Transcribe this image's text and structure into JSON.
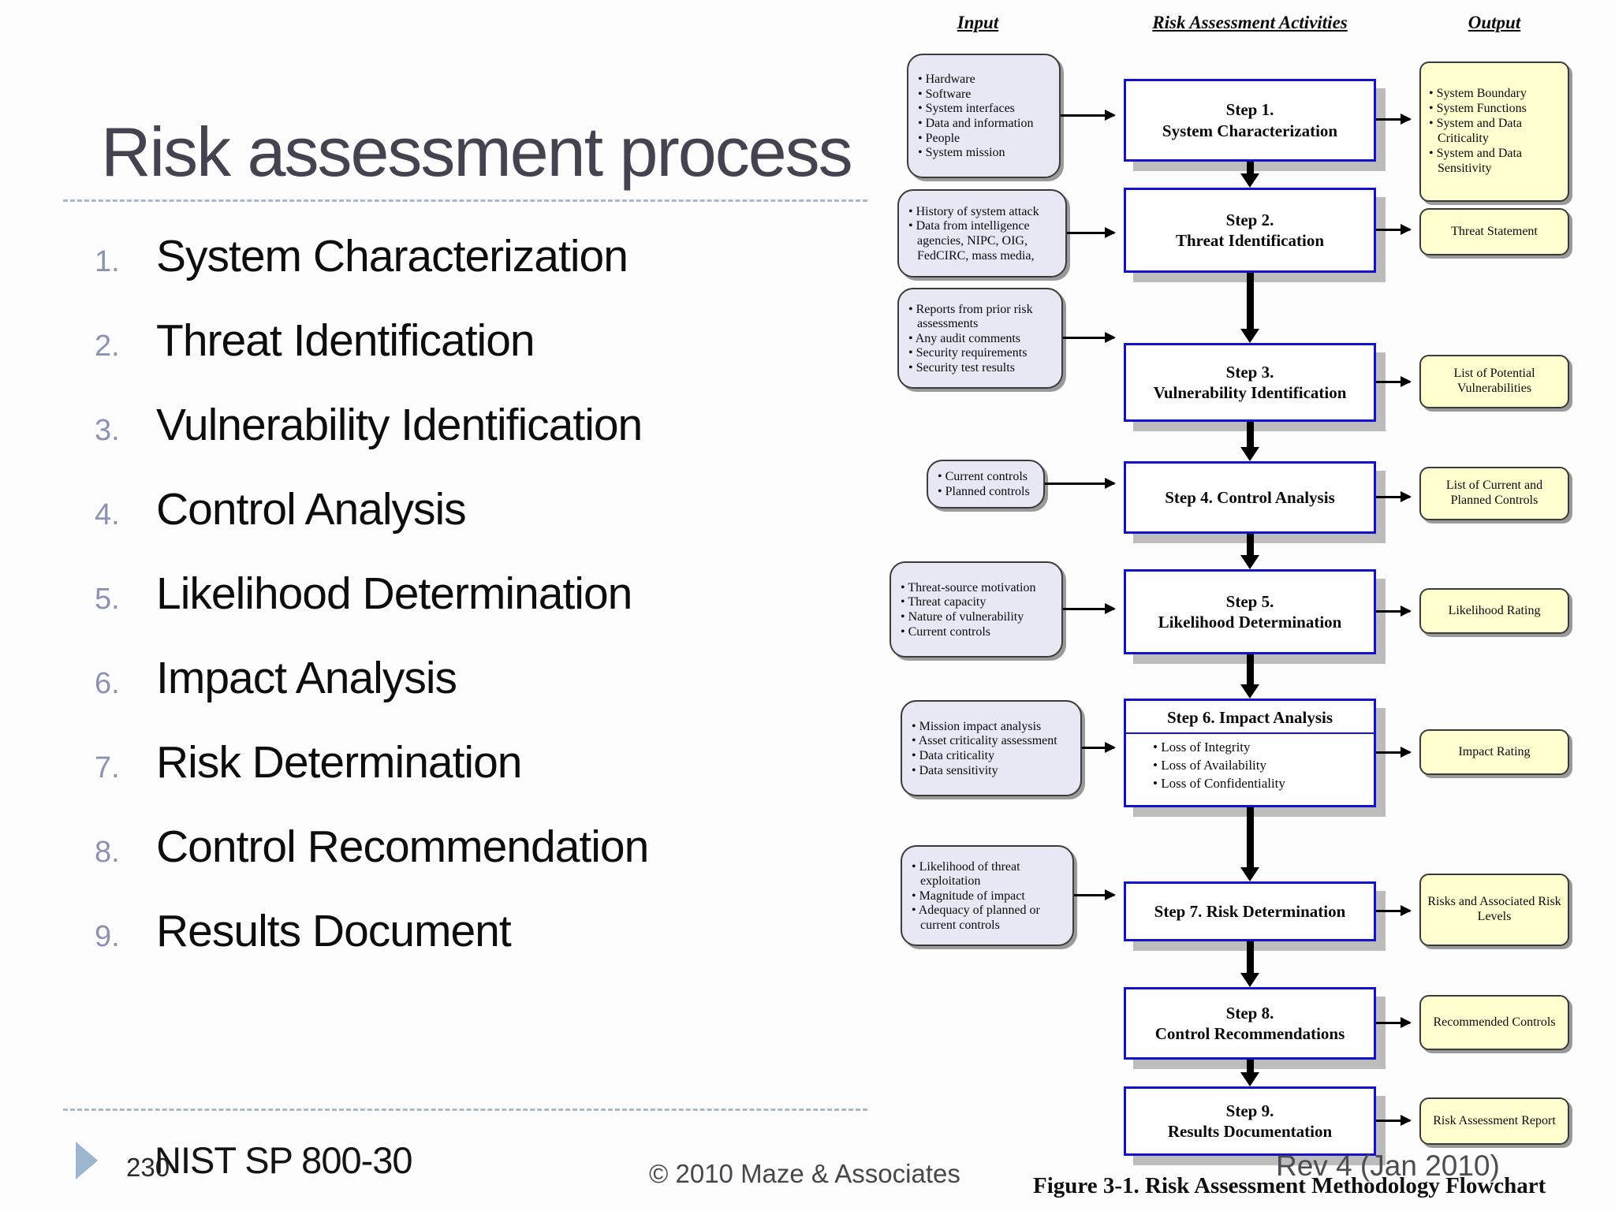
{
  "slide": {
    "title": "Risk assessment process",
    "list_items": [
      {
        "num": "1.",
        "label": "System Characterization"
      },
      {
        "num": "2.",
        "label": "Threat Identification"
      },
      {
        "num": "3.",
        "label": "Vulnerability Identification"
      },
      {
        "num": "4.",
        "label": "Control Analysis"
      },
      {
        "num": "5.",
        "label": "Likelihood Determination"
      },
      {
        "num": "6.",
        "label": "Impact Analysis"
      },
      {
        "num": "7.",
        "label": "Risk Determination"
      },
      {
        "num": "8.",
        "label": "Control Recommendation"
      },
      {
        "num": "9.",
        "label": "Results Document"
      }
    ],
    "footer": {
      "page_number": "230",
      "doc_ref": "NIST SP 800-30",
      "copyright": "© 2010 Maze & Associates",
      "revision": "Rev 4 (Jan 2010)"
    }
  },
  "flowchart": {
    "col_headers": {
      "input": "Input",
      "activities": "Risk Assessment Activities",
      "output": "Output"
    },
    "caption": "Figure 3-1.  Risk Assessment Methodology Flowchart",
    "steps": [
      {
        "title": "Step 1.",
        "subtitle": "System Characterization",
        "input_bullets": [
          "Hardware",
          "Software",
          "System interfaces",
          "Data and information",
          "People",
          "System mission"
        ],
        "output_bullets": [
          "System Boundary",
          "System Functions",
          "System and Data Criticality",
          "System and Data Sensitivity"
        ]
      },
      {
        "title": "Step 2.",
        "subtitle": "Threat Identification",
        "input_bullets": [
          "History of system attack",
          "Data from intelligence agencies, NIPC, OIG, FedCIRC, mass media,"
        ],
        "output_label": "Threat Statement"
      },
      {
        "title": "Step 3.",
        "subtitle": "Vulnerability Identification",
        "input_bullets": [
          "Reports from prior risk assessments",
          "Any audit comments",
          "Security requirements",
          "Security test results"
        ],
        "output_label": "List of Potential Vulnerabilities"
      },
      {
        "title": "Step 4.  Control Analysis",
        "input_bullets": [
          "Current controls",
          "Planned controls"
        ],
        "output_label": "List of Current and Planned Controls"
      },
      {
        "title": "Step 5.",
        "subtitle": "Likelihood Determination",
        "input_bullets": [
          "Threat-source motivation",
          "Threat capacity",
          "Nature of vulnerability",
          "Current controls"
        ],
        "output_label": "Likelihood Rating"
      },
      {
        "title": "Step 6.  Impact Analysis",
        "body_bullets": [
          "Loss of Integrity",
          "Loss of Availability",
          "Loss of Confidentiality"
        ],
        "input_bullets": [
          "Mission impact analysis",
          "Asset criticality assessment",
          "Data criticality",
          "Data sensitivity"
        ],
        "output_label": "Impact Rating"
      },
      {
        "title": "Step 7.  Risk Determination",
        "input_bullets": [
          "Likelihood of threat exploitation",
          "Magnitude of impact",
          "Adequacy of planned or current controls"
        ],
        "output_label": "Risks and Associated Risk Levels"
      },
      {
        "title": "Step 8.",
        "subtitle": "Control Recommendations",
        "output_label": "Recommended Controls"
      },
      {
        "title": "Step 9.",
        "subtitle": "Results Documentation",
        "output_label": "Risk Assessment Report"
      }
    ]
  },
  "colors": {
    "title_text": "#454350",
    "list_number": "#8b93b4",
    "step_border": "#1212cc",
    "input_fill": "#e8e8f5",
    "output_fill": "#ffffd0",
    "divider": "#a9b9c9",
    "footer_marker": "#9cb6d0"
  }
}
